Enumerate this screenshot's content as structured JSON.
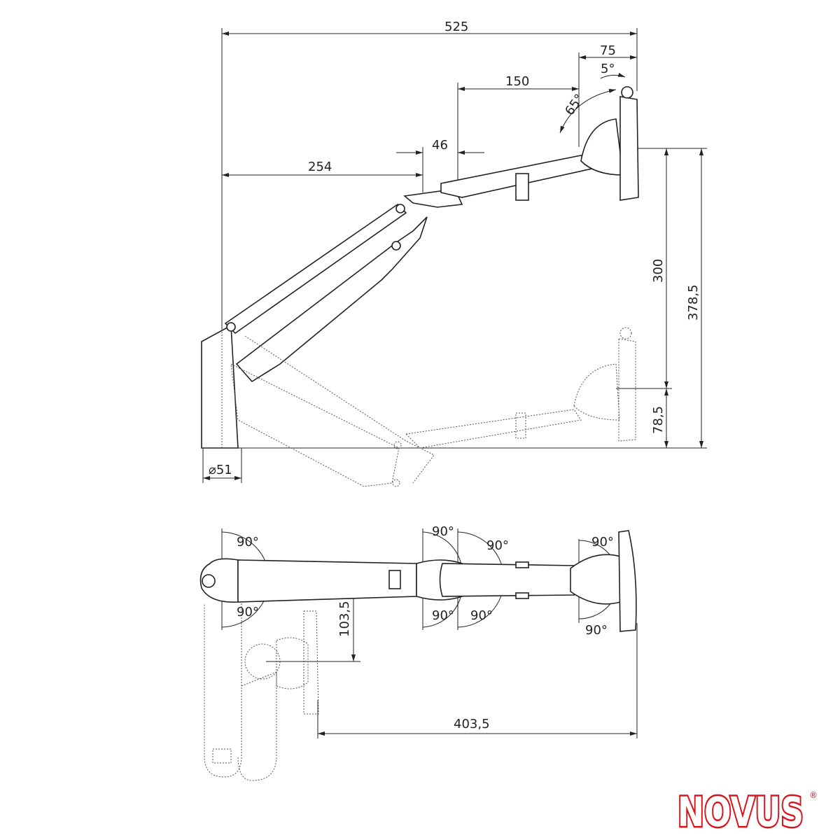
{
  "side_view": {
    "dims": {
      "overall_width": "525",
      "head_depth": "75",
      "tilt_back": "5°",
      "forearm": "150",
      "tilt_range": "65°",
      "offset": "46",
      "upper_arm": "254",
      "lift": "300",
      "max_height": "378,5",
      "min_height": "78,5",
      "pole_diameter": "⌀51"
    }
  },
  "top_view": {
    "dims": {
      "rot_base_top": "90°",
      "rot_base_bottom": "90°",
      "rot_mid1_top": "90°",
      "rot_mid1_bottom": "90°",
      "rot_mid2_top": "90°",
      "rot_mid2_bottom": "90°",
      "rot_head_top": "90°",
      "rot_head_bottom": "90°",
      "offset": "103,5",
      "reach": "403,5"
    }
  },
  "logo": {
    "text": "novus",
    "registered": "®",
    "color": "#d9141b"
  }
}
